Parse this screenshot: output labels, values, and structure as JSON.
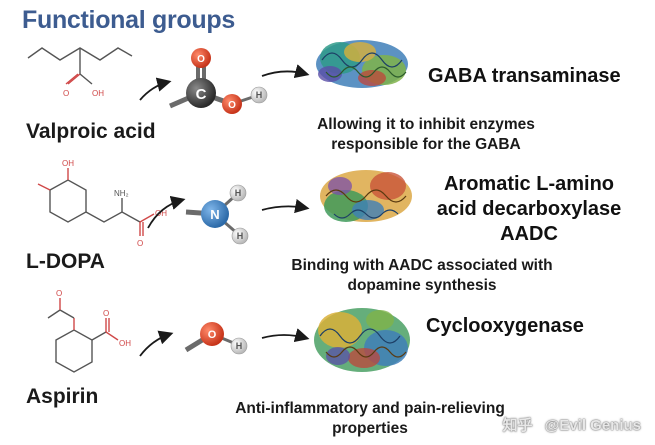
{
  "title": "Functional groups",
  "rows": [
    {
      "drug": "Valproic acid",
      "structure_labels": [
        "O",
        "OH"
      ],
      "group_atoms": [
        "O",
        "C",
        "O",
        "H"
      ],
      "enzyme_lines": [
        "GABA transaminase"
      ],
      "description_lines": [
        "Allowing it to inhibit enzymes",
        "responsible for the GABA"
      ]
    },
    {
      "drug": "L-DOPA",
      "structure_labels": [
        "OH",
        "O",
        "NH₂",
        "OH"
      ],
      "group_atoms": [
        "N",
        "H",
        "H"
      ],
      "enzyme_lines": [
        "Aromatic L-amino",
        "acid decarboxylase",
        "AADC"
      ],
      "description_lines": [
        "Binding with AADC associated with",
        "dopamine synthesis"
      ]
    },
    {
      "drug": "Aspirin",
      "structure_labels": [
        "O",
        "O",
        "OH"
      ],
      "group_atoms": [
        "O",
        "H"
      ],
      "enzyme_lines": [
        "Cyclooxygenase"
      ],
      "description_lines": [
        "Anti-inflammatory and pain-relieving",
        "properties"
      ]
    }
  ],
  "watermark": {
    "brand": "知乎",
    "author": "@Evil Genius"
  },
  "colors": {
    "title": "#3d5c90",
    "carbon": "#3a3a3a",
    "oxygen": "#e0462a",
    "nitrogen": "#3a7fc1",
    "hydrogen": "#dcdcdc"
  }
}
